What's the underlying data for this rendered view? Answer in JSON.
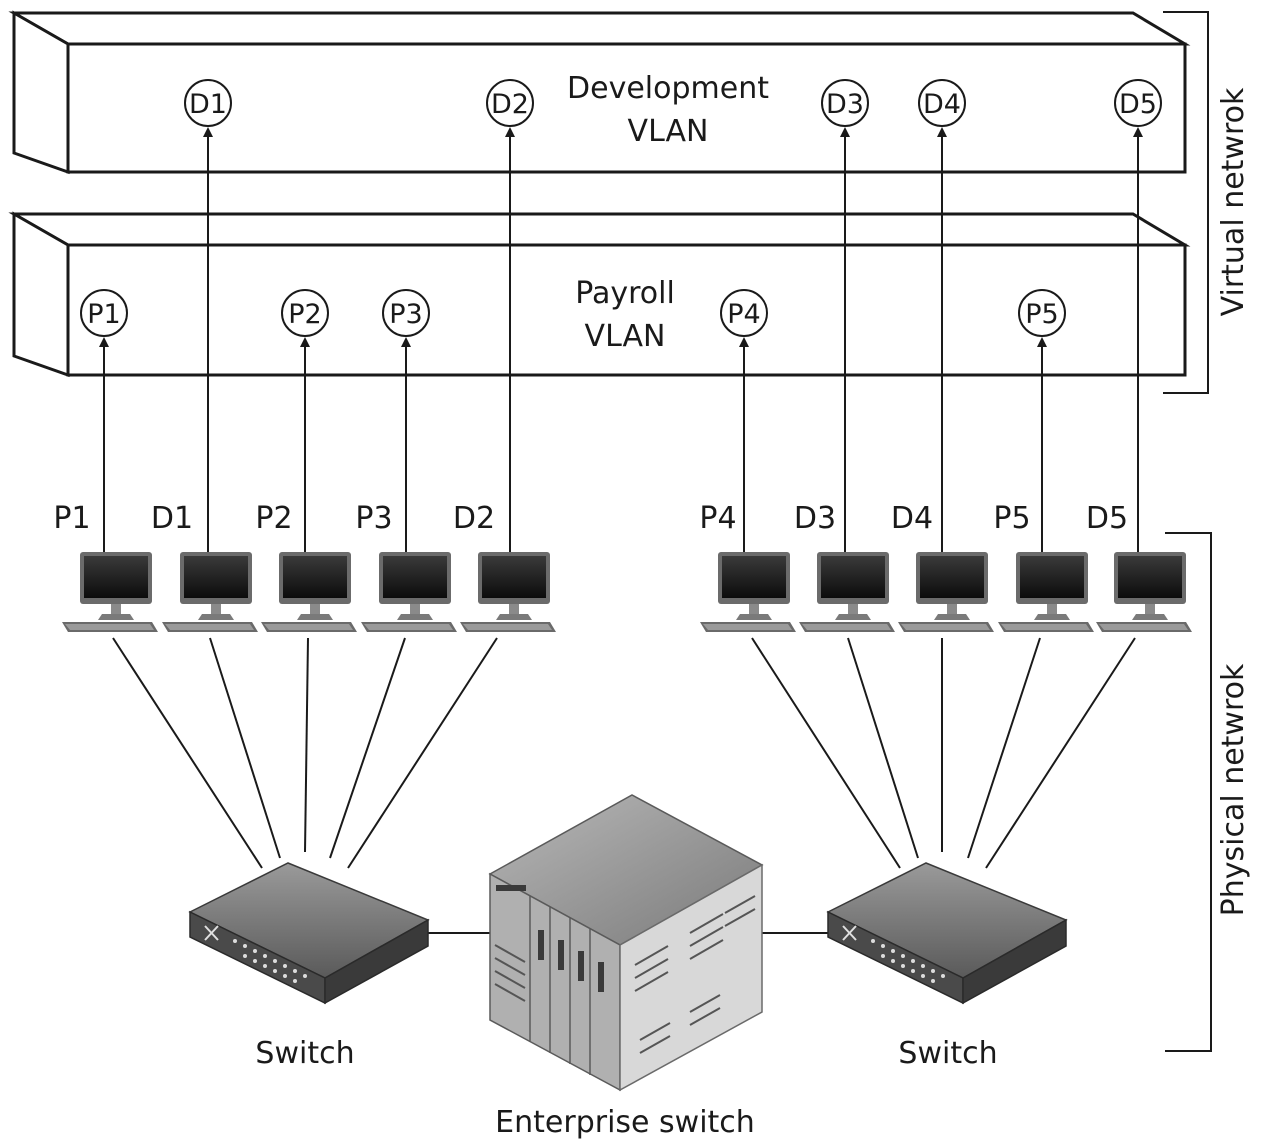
{
  "vlans": {
    "development": {
      "line1": "Development",
      "line2": "VLAN"
    },
    "payroll": {
      "line1": "Payroll",
      "line2": "VLAN"
    }
  },
  "nodes": {
    "development": [
      "D1",
      "D2",
      "D3",
      "D4",
      "D5"
    ],
    "payroll": [
      "P1",
      "P2",
      "P3",
      "P4",
      "P5"
    ]
  },
  "computers": {
    "left": [
      "P1",
      "D1",
      "P2",
      "P3",
      "D2"
    ],
    "right": [
      "P4",
      "D3",
      "D4",
      "P5",
      "D5"
    ]
  },
  "devices": {
    "left_switch": "Switch",
    "right_switch": "Switch",
    "enterprise_switch": "Enterprise switch"
  },
  "brackets": {
    "virtual": "Virtual netwrok",
    "physical": "Physical netwrok"
  },
  "colors": {
    "line": "#1a1a1a",
    "switch_body": "#6e6e6e",
    "enterprise_body": "#8a8a8a",
    "monitor_bezel": "#6a6a6a",
    "monitor_screen": "#151515"
  }
}
